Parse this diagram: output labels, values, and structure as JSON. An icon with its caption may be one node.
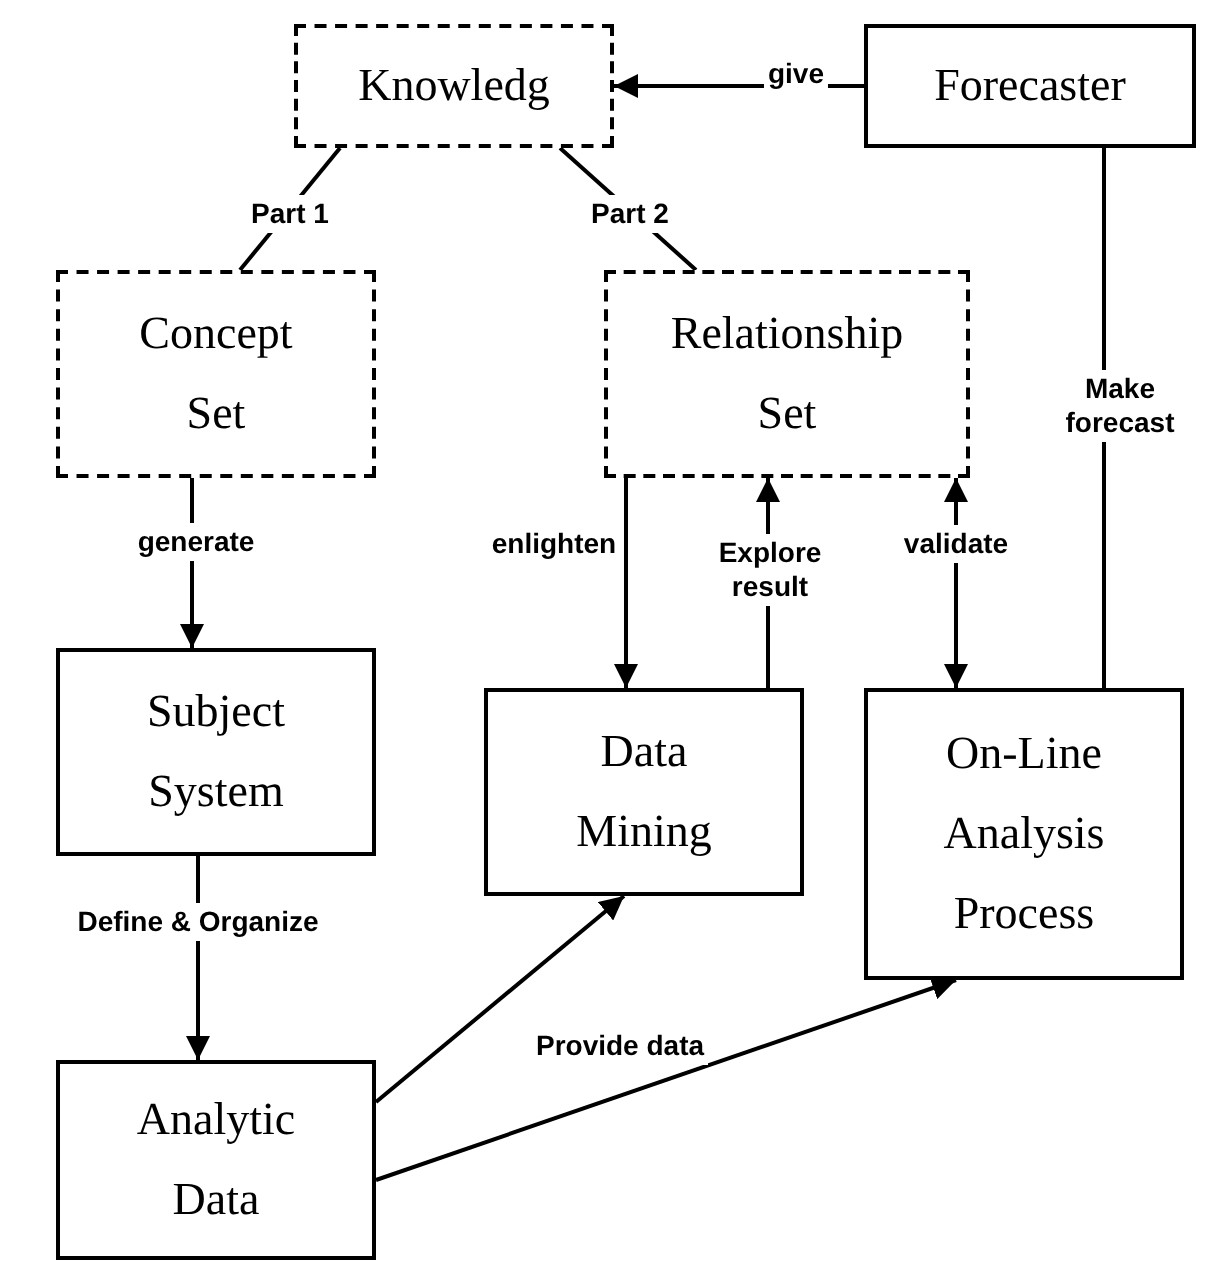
{
  "diagram": {
    "nodes": [
      {
        "text": [
          "Knowledg"
        ]
      },
      {
        "text": [
          "Forecaster"
        ]
      },
      {
        "text": [
          "Concept Set"
        ]
      },
      {
        "text": [
          "Relationship Set"
        ]
      },
      {
        "text": [
          "Subject System"
        ]
      },
      {
        "text": [
          "Data Mining"
        ]
      },
      {
        "text": [
          "On-Line Analysis Process"
        ]
      },
      {
        "text": [
          "Analytic Data"
        ]
      }
    ],
    "edges": [
      {
        "from": 1,
        "to": 0,
        "arrow": "to",
        "label": "give"
      },
      {
        "from": 0,
        "to": 2,
        "arrow": "none",
        "label": "Part 1"
      },
      {
        "from": 0,
        "to": 3,
        "arrow": "none",
        "label": "Part 2"
      },
      {
        "from": 2,
        "to": 4,
        "arrow": "to",
        "label": "generate"
      },
      {
        "from": 3,
        "to": 5,
        "arrow": "to",
        "label": "enlighten"
      },
      {
        "from": 5,
        "to": 3,
        "arrow": "to",
        "label": "Explore result"
      },
      {
        "from": 6,
        "to": 3,
        "arrow": "both",
        "label": "validate"
      },
      {
        "from": 6,
        "to": 1,
        "arrow": "none",
        "label": "Make forecast"
      },
      {
        "from": 4,
        "to": 7,
        "arrow": "to",
        "label": "Define & Organize"
      },
      {
        "from": 7,
        "to": 5,
        "arrow": "to"
      },
      {
        "from": 7,
        "to": 6,
        "arrow": "to",
        "label": "Provide data"
      }
    ]
  }
}
